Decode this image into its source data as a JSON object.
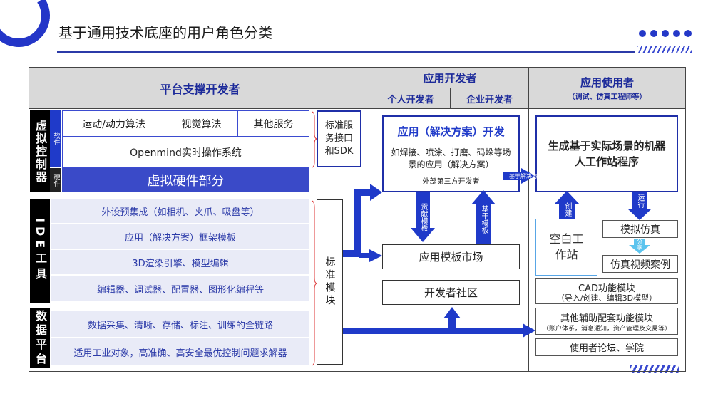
{
  "title": "基于通用技术底座的用户角色分类",
  "header": {
    "platform_dev": "平台支撑开发者",
    "app_dev": "应用开发者",
    "personal_dev": "个人开发者",
    "enterprise_dev": "企业开发者",
    "app_user": "应用使用者",
    "app_user_sub": "（调试、仿真工程师等）"
  },
  "left": {
    "virtual_controller": "虚拟控制器",
    "software": "软件",
    "hardware": "硬件",
    "ide_tools": "IDE工具",
    "data_platform": "数据平台",
    "motion_algo": "运动/动力算法",
    "vision_algo": "视觉算法",
    "other_services": "其他服务",
    "os": "Openmind实时操作系统",
    "virtual_hw": "虚拟硬件部分",
    "ide_items": [
      "外设预集成（如相机、夹爪、吸盘等）",
      "应用（解决方案）框架模板",
      "3D渲染引擎、模型编辑",
      "编辑器、调试器、配置器、图形化编程等"
    ],
    "data_items": [
      "数据采集、清晰、存储、标注、训练的全链路",
      "适用工业对象，高准确、高安全最优控制问题求解器"
    ]
  },
  "mid": {
    "std_api": "标准服务接口和SDK",
    "std_module": "标准模块"
  },
  "app": {
    "solution_title": "应用（解决方案）开发",
    "solution_desc": "如焊接、喷涂、打磨、码垛等场景的应用（解决方案）",
    "third_party": "外部第三方开发者",
    "contribute": "贡献模板",
    "based_on": "基于模板",
    "market": "应用模板市场",
    "community": "开发者社区",
    "based_on_solution": "基于解决方案"
  },
  "user": {
    "gen_program": "生成基于实际场景的机器人工作站程序",
    "create": "创建",
    "run": "运行",
    "blank_station": "空白工作站",
    "sim": "模拟仿真",
    "share": "分享",
    "sim_video": "仿真视频案例",
    "cad": "CAD功能模块",
    "cad_sub": "（导入/创建、编辑3D模型）",
    "other_aux": "其他辅助配套功能模块",
    "other_aux_sub": "（账户体系，消息通知，资产管理及交易等）",
    "forum": "使用者论坛、学院"
  },
  "colors": {
    "primary": "#1f3ac9",
    "dark_bar": "#3a4ac8",
    "light_row": "#e9ebf7",
    "header_gray": "#d9d9d9"
  }
}
